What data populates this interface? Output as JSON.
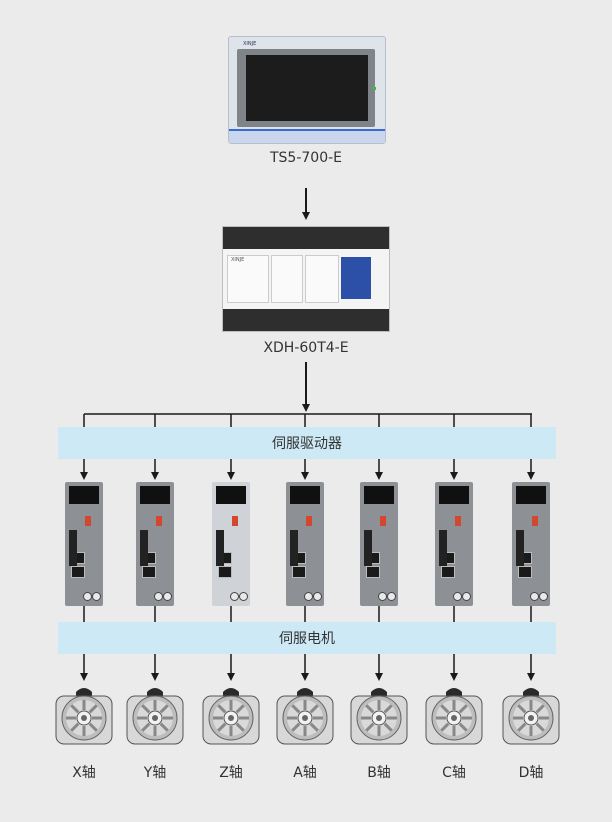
{
  "hmi": {
    "model": "TS5-700-E",
    "brand": "XINJE"
  },
  "plc": {
    "model": "XDH-60T4-E",
    "brand": "XINJE"
  },
  "bands": {
    "drives": "伺服驱动器",
    "motors": "伺服电机"
  },
  "axes": [
    "X轴",
    "Y轴",
    "Z轴",
    "A轴",
    "B轴",
    "C轴",
    "D轴"
  ],
  "colors": {
    "band": "#cde9f6",
    "arrow": "#1a1a1a",
    "background": "#ebebeb"
  }
}
